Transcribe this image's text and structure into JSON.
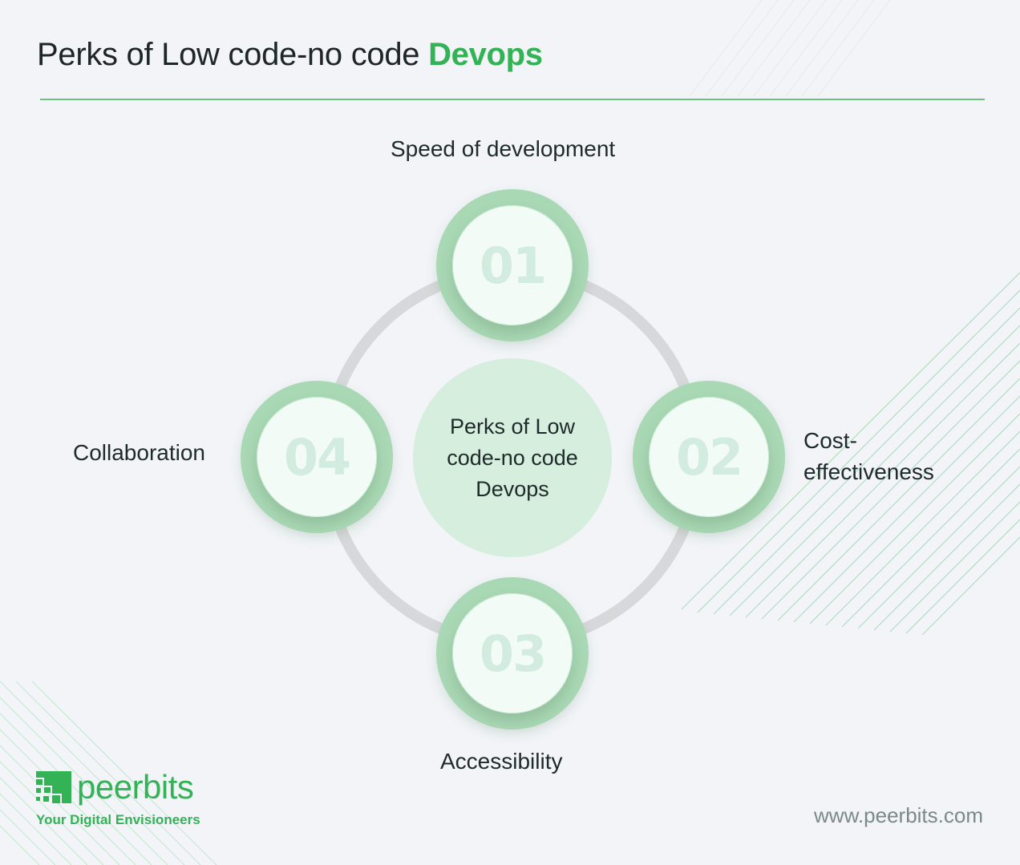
{
  "header": {
    "title_main": "Perks of Low code-no code",
    "title_accent": "Devops"
  },
  "diagram": {
    "center_lines": [
      "Perks of Low",
      "code-no code",
      "Devops"
    ],
    "nodes": [
      {
        "number": "01",
        "label": "Speed of development",
        "position": "top"
      },
      {
        "number": "02",
        "label_lines": [
          "Cost-",
          "effectiveness"
        ],
        "position": "right"
      },
      {
        "number": "03",
        "label": "Accessibility",
        "position": "bottom"
      },
      {
        "number": "04",
        "label": "Collaboration",
        "position": "left"
      }
    ]
  },
  "footer": {
    "brand": "peerbits",
    "tagline": "Your Digital Envisioneers",
    "url": "www.peerbits.com"
  },
  "colors": {
    "accent": "#33b256",
    "node_ring": "#a9d8b4",
    "center_fill": "#d5eedd",
    "connector": "#d7d8da",
    "background": "#f2f4f8"
  }
}
